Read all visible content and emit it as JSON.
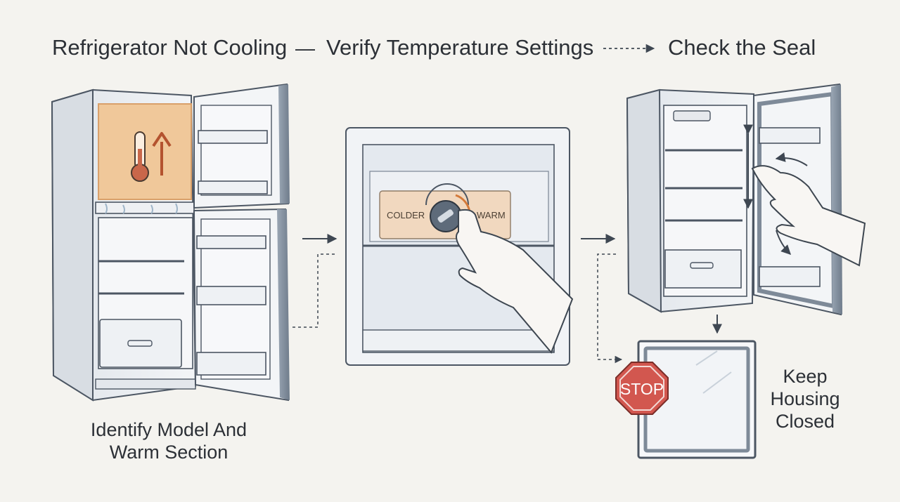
{
  "header": {
    "step1": "Refrigerator Not Cooling",
    "separator": "—",
    "step2": "Verify Temperature Settings",
    "step3": "Check the Seal"
  },
  "panels": {
    "step1_caption_line1": "Identify Model And",
    "step1_caption_line2": "Warm Section",
    "dial": {
      "left_label": "COLDER",
      "right_label": "WARM"
    },
    "stop_sign": "STOP",
    "step3_caption_line1": "Keep",
    "step3_caption_line2": "Housing",
    "step3_caption_line3": "Closed"
  },
  "icons": {
    "thermometer": "thermometer-icon",
    "warm_arrow": "arrow-up-icon",
    "stop": "stop-sign-icon"
  },
  "colors": {
    "warm_section": "#f0c89a",
    "warm_section_edge": "#d9a06a",
    "stop_red": "#d2574f",
    "dial_plate": "#f1d8bf",
    "line": "#4c5663",
    "appliance": "#e6e9ed"
  }
}
